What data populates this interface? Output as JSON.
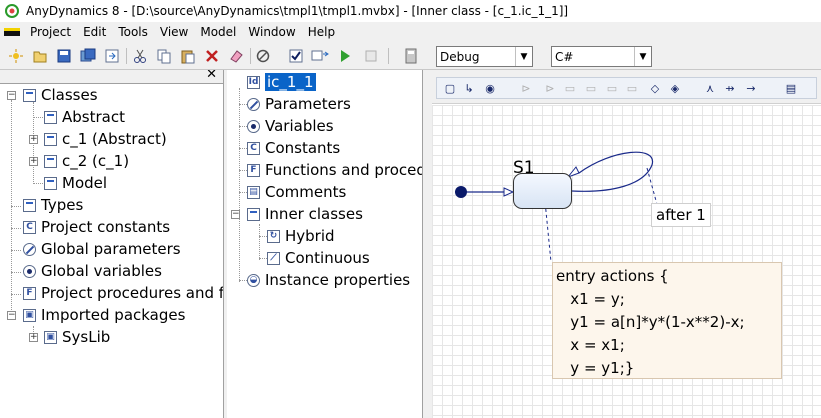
{
  "window": {
    "title": "AnyDynamics 8 - [D:\\source\\AnyDynamics\\tmpl1\\tmpl1.mvbx] - [Inner class - [c_1.ic_1_1]]"
  },
  "menu": [
    "Project",
    "Edit",
    "Tools",
    "View",
    "Model",
    "Window",
    "Help"
  ],
  "toolbar": {
    "config_combo": "Debug",
    "language_combo": "C#"
  },
  "project_tree": {
    "items": [
      {
        "label": "Classes",
        "icon": "class-folder-icon"
      },
      {
        "label": "Abstract",
        "icon": "class-icon"
      },
      {
        "label": "c_1 (Abstract)",
        "icon": "class-icon"
      },
      {
        "label": "c_2 (c_1)",
        "icon": "class-icon"
      },
      {
        "label": "Model",
        "icon": "class-icon"
      },
      {
        "label": "Types",
        "icon": "types-icon"
      },
      {
        "label": "Project constants",
        "icon": "constant-icon"
      },
      {
        "label": "Global parameters",
        "icon": "parameter-icon"
      },
      {
        "label": "Global variables",
        "icon": "variable-icon"
      },
      {
        "label": "Project procedures and functions",
        "icon": "function-icon"
      },
      {
        "label": "Imported packages",
        "icon": "package-icon"
      },
      {
        "label": "SysLib",
        "icon": "package-icon"
      }
    ]
  },
  "element_tree": {
    "items": [
      {
        "label": "ic_1_1",
        "icon": "id-icon"
      },
      {
        "label": "Parameters",
        "icon": "parameter-icon"
      },
      {
        "label": "Variables",
        "icon": "variable-icon"
      },
      {
        "label": "Constants",
        "icon": "constant-icon"
      },
      {
        "label": "Functions and procedures",
        "icon": "function-icon"
      },
      {
        "label": "Comments",
        "icon": "comment-icon"
      },
      {
        "label": "Inner classes",
        "icon": "class-folder-icon"
      },
      {
        "label": "Hybrid",
        "icon": "hybrid-icon"
      },
      {
        "label": "Continuous",
        "icon": "continuous-icon"
      },
      {
        "label": "Instance properties",
        "icon": "properties-icon"
      }
    ]
  },
  "diagram": {
    "state_name": "S1",
    "transition_label": "after 1",
    "entry_actions": "entry actions {\n   x1 = y;\n   y1 = a[n]*y*(1-x**2)-x;\n   x = x1;\n   y = y1;}"
  },
  "colors": {
    "selection": "#0a64c8",
    "tree_icon": "#3050a0",
    "initial_dot": "#0a1a6a",
    "transition_line": "#1a2a8a"
  }
}
